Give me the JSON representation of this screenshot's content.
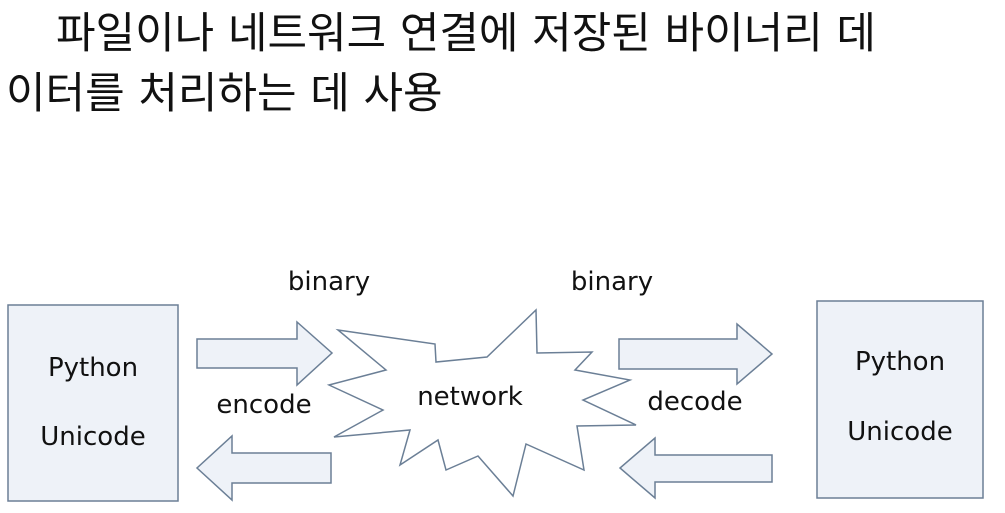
{
  "heading": {
    "line1": "파일이나 네트워크 연결에 저장된 바이너리 데",
    "line2": "이터를 처리하는 데 사용"
  },
  "diagram": {
    "colors": {
      "box_fill": "#eef2f8",
      "stroke": "#6b7f96",
      "arrow_fill": "#eef2f8",
      "burst_fill": "#ffffff"
    },
    "left_box": {
      "line1": "Python",
      "line2": "Unicode"
    },
    "right_box": {
      "line1": "Python",
      "line2": "Unicode"
    },
    "left_top_label": "binary",
    "right_top_label": "binary",
    "encode_label": "encode",
    "decode_label": "decode",
    "network_label": "network"
  }
}
